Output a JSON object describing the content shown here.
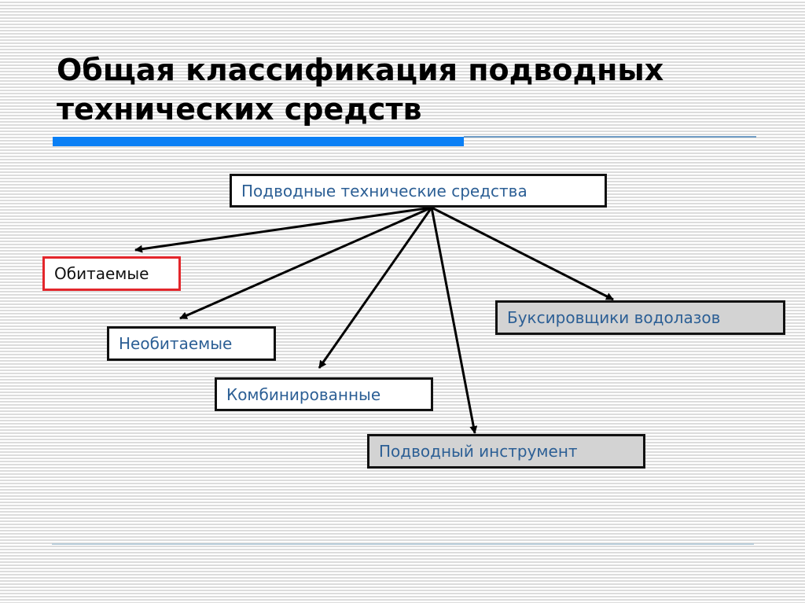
{
  "slide": {
    "title_line1": "Общая классификация подводных",
    "title_line2": "технических средств"
  },
  "diagram": {
    "root": {
      "label": "Подводные технические средства"
    },
    "children": [
      {
        "label": "Обитаемые",
        "style": "red-border"
      },
      {
        "label": "Необитаемые",
        "style": "plain"
      },
      {
        "label": "Комбинированные",
        "style": "plain"
      },
      {
        "label": "Подводный инструмент",
        "style": "grey-fill"
      },
      {
        "label": "Буксировщики водолазов",
        "style": "grey-fill"
      }
    ],
    "colors": {
      "accent_bar": "#0a7ff5",
      "node_text": "#2c5f95",
      "highlight_border": "#e3262b",
      "grey_fill": "#d3d3d3"
    }
  }
}
